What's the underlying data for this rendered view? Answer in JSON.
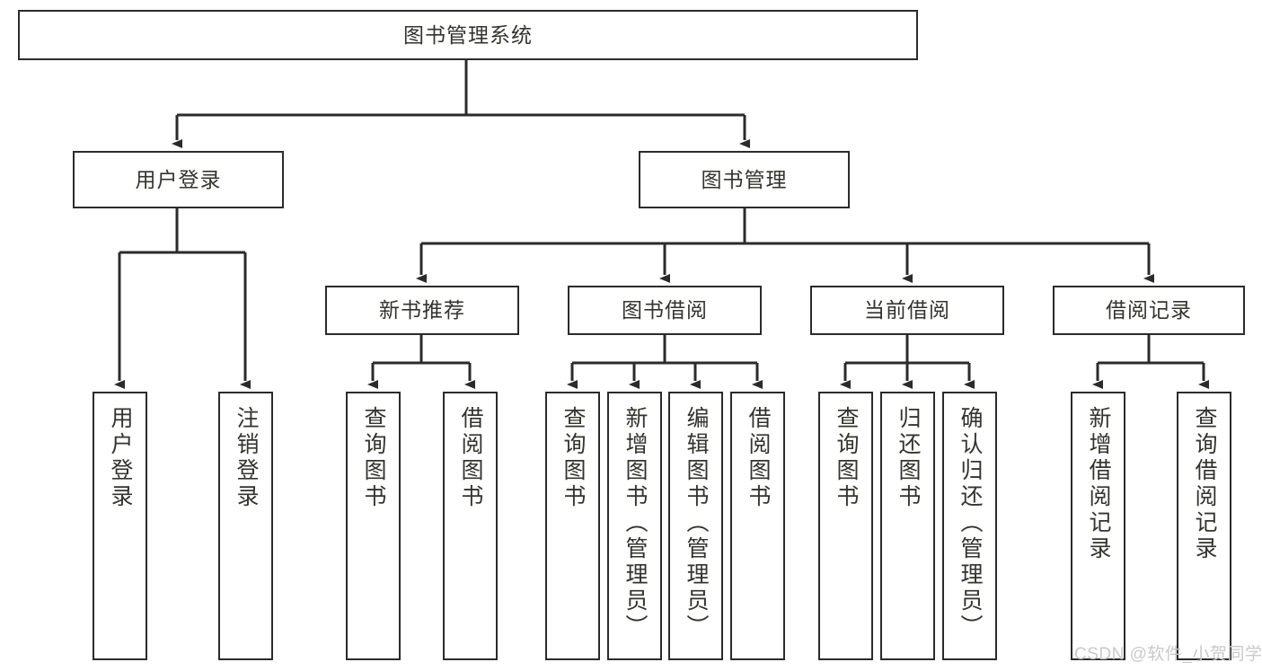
{
  "diagram": {
    "type": "tree",
    "title": "图书管理系统",
    "orientation": "top-down",
    "watermark": "CSDN @软件_小贺同学",
    "colors": {
      "box_border": "#2b2b2b",
      "box_fill": "#ffffff",
      "text": "#33342e",
      "connector": "#2b2b2b",
      "watermark": "#c9c9c9",
      "background": "#ffffff"
    },
    "nodes": {
      "root": {
        "label": "图书管理系统",
        "level": 0,
        "text_direction": "horizontal"
      },
      "user_login": {
        "label": "用户登录",
        "level": 1,
        "text_direction": "horizontal"
      },
      "book_manage": {
        "label": "图书管理",
        "level": 1,
        "text_direction": "horizontal"
      },
      "new_book_rec": {
        "label": "新书推荐",
        "level": 2,
        "text_direction": "horizontal"
      },
      "book_borrow": {
        "label": "图书借阅",
        "level": 2,
        "text_direction": "horizontal"
      },
      "current_borrow": {
        "label": "当前借阅",
        "level": 2,
        "text_direction": "horizontal"
      },
      "borrow_record": {
        "label": "借阅记录",
        "level": 2,
        "text_direction": "horizontal"
      },
      "leaf_user_login": {
        "label": "用户登录",
        "level": 3,
        "text_direction": "vertical"
      },
      "leaf_logout": {
        "label": "注销登录",
        "level": 3,
        "text_direction": "vertical"
      },
      "leaf_query_book_1": {
        "label": "查询图书",
        "level": 3,
        "text_direction": "vertical"
      },
      "leaf_borrow_book_1": {
        "label": "借阅图书",
        "level": 3,
        "text_direction": "vertical"
      },
      "leaf_query_book_2": {
        "label": "查询图书",
        "level": 3,
        "text_direction": "vertical"
      },
      "leaf_add_book": {
        "label": "新增图书（管理员）",
        "level": 3,
        "text_direction": "vertical"
      },
      "leaf_edit_book": {
        "label": "编辑图书（管理员）",
        "level": 3,
        "text_direction": "vertical"
      },
      "leaf_borrow_book_2": {
        "label": "借阅图书",
        "level": 3,
        "text_direction": "vertical"
      },
      "leaf_query_book_3": {
        "label": "查询图书",
        "level": 3,
        "text_direction": "vertical"
      },
      "leaf_return_book": {
        "label": "归还图书",
        "level": 3,
        "text_direction": "vertical"
      },
      "leaf_confirm_return": {
        "label": "确认归还（管理员）",
        "level": 3,
        "text_direction": "vertical"
      },
      "leaf_add_record": {
        "label": "新增借阅记录",
        "level": 3,
        "text_direction": "vertical"
      },
      "leaf_query_record": {
        "label": "查询借阅记录",
        "level": 3,
        "text_direction": "vertical"
      }
    },
    "edges": [
      {
        "from": "root",
        "to": "user_login"
      },
      {
        "from": "root",
        "to": "book_manage"
      },
      {
        "from": "user_login",
        "to": "leaf_user_login"
      },
      {
        "from": "user_login",
        "to": "leaf_logout"
      },
      {
        "from": "book_manage",
        "to": "new_book_rec"
      },
      {
        "from": "book_manage",
        "to": "book_borrow"
      },
      {
        "from": "book_manage",
        "to": "current_borrow"
      },
      {
        "from": "book_manage",
        "to": "borrow_record"
      },
      {
        "from": "new_book_rec",
        "to": "leaf_query_book_1"
      },
      {
        "from": "new_book_rec",
        "to": "leaf_borrow_book_1"
      },
      {
        "from": "book_borrow",
        "to": "leaf_query_book_2"
      },
      {
        "from": "book_borrow",
        "to": "leaf_add_book"
      },
      {
        "from": "book_borrow",
        "to": "leaf_edit_book"
      },
      {
        "from": "book_borrow",
        "to": "leaf_borrow_book_2"
      },
      {
        "from": "current_borrow",
        "to": "leaf_query_book_3"
      },
      {
        "from": "current_borrow",
        "to": "leaf_return_book"
      },
      {
        "from": "current_borrow",
        "to": "leaf_confirm_return"
      },
      {
        "from": "borrow_record",
        "to": "leaf_add_record"
      },
      {
        "from": "borrow_record",
        "to": "leaf_query_record"
      }
    ]
  }
}
